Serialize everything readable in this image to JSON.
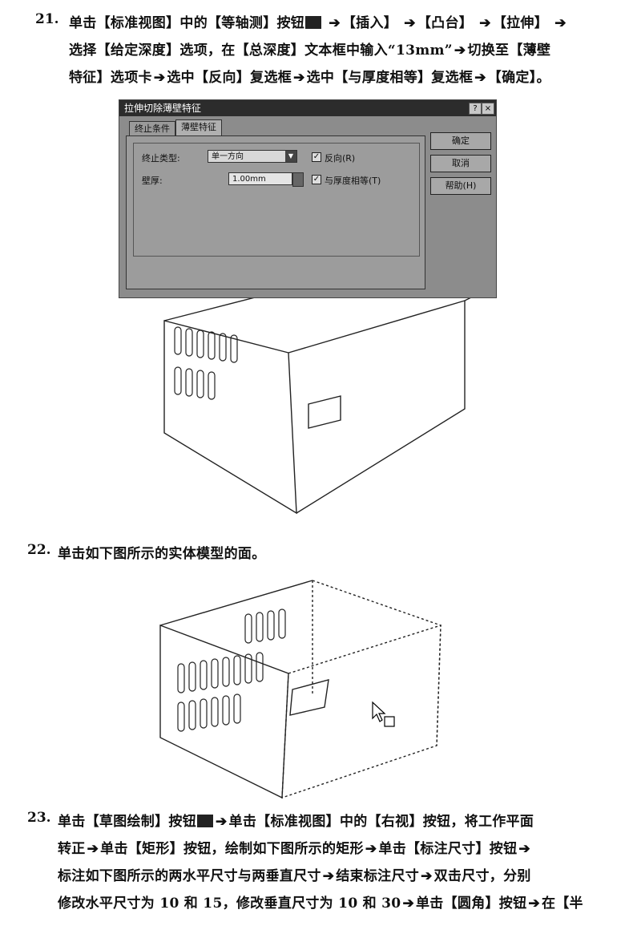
{
  "step21": {
    "num": "21.",
    "l1": {
      "a": "单击【标准视图】中的【等轴测】按钮",
      "b": "【插入】",
      "c": "【凸台】",
      "d": "【拉伸】"
    },
    "l2": {
      "a": "选择【给定深度】选项，在【总深度】文本框中输入“13mm”",
      "b": "切换至【薄壁"
    },
    "l3": {
      "a": "特征】选项卡",
      "b": "选中【反向】复选框",
      "c": "选中【与厚度相等】复选框",
      "d": "【确定】。"
    }
  },
  "dialog": {
    "title": "拉伸切除薄壁特征",
    "help_glyph": "?",
    "close_glyph": "×",
    "tabs": [
      "终止条件",
      "薄壁特征"
    ],
    "end_type_label": "终止类型:",
    "end_type_value": "单一方向",
    "thickness_label": "壁厚:",
    "thickness_value": "1.00mm",
    "reverse_label": "反向(R)",
    "equal_label": "与厚度相等(T)",
    "check_glyph": "✓",
    "ok": "确定",
    "cancel": "取消",
    "help": "帮助(H)"
  },
  "step22": {
    "num": "22.",
    "text": "单击如下图所示的实体模型的面。"
  },
  "step23": {
    "num": "23.",
    "l1": {
      "a": "单击【草图绘制】按钮",
      "b": "单击【标准视图】中的【右视】按钮，将工作平面"
    },
    "l2": {
      "a": "转正",
      "b": "单击【矩形】按钮，绘制如下图所示的矩形",
      "c": "单击【标注尺寸】按钮"
    },
    "l3": {
      "a": "标注如下图所示的两水平尺寸与两垂直尺寸",
      "b": "结束标注尺寸",
      "c": "双击尺寸，分别"
    },
    "l4": {
      "a": "修改水平尺寸为 10 和 15，修改垂直尺寸为 10 和 30",
      "b": "单击【圆角】按钮",
      "c": "在【半"
    }
  },
  "arrow_glyph": "➔"
}
